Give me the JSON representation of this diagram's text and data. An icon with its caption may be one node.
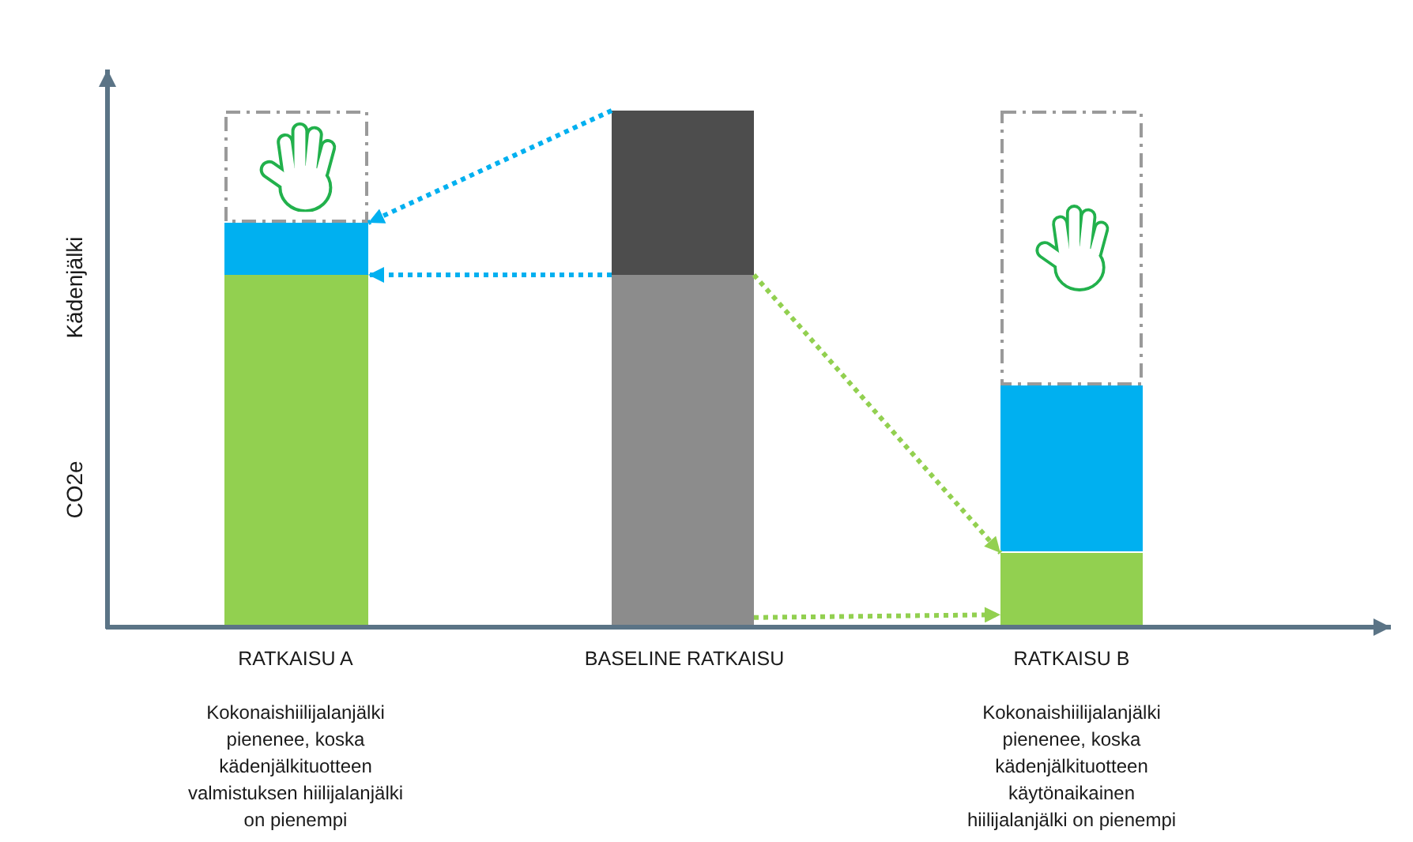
{
  "diagram": {
    "nodes": [
      {
        "text": [],
        "shape": "box"
      },
      {
        "text": [],
        "shape": "bar"
      },
      {
        "text": [],
        "shape": "bar"
      },
      {
        "text": [],
        "shape": "bar"
      },
      {
        "text": [],
        "shape": "bar"
      },
      {
        "text": [],
        "shape": "box"
      },
      {
        "text": [],
        "shape": "bar"
      },
      {
        "text": [],
        "shape": "bar"
      }
    ],
    "edges": [
      {
        "from": 3,
        "to": 0,
        "arrow": "to",
        "style": "dashed",
        "color": "#00b0f0"
      },
      {
        "from": 4,
        "to": 2,
        "arrow": "to",
        "style": "dashed",
        "color": "#00b0f0"
      },
      {
        "from": 4,
        "to": 7,
        "arrow": "to",
        "style": "dashed",
        "color": "#92d050"
      },
      {
        "from": 4,
        "to": 7,
        "arrow": "to",
        "style": "dashed",
        "color": "#92d050"
      }
    ],
    "labels": [
      "Kädenjälki",
      "CO2e",
      "RATKAISU A",
      "BASELINE RATKAISU",
      "RATKAISU B",
      "Kokonaishiilijalanjälki pienenee, koska kädenjälkituotteen valmistuksen hiilijalanjälki on pienempi",
      "Kokonaishiilijalanjälki pienenee, koska kädenjälkituotteen käytönaikainen hiilijalanjälki on pienempi"
    ]
  }
}
